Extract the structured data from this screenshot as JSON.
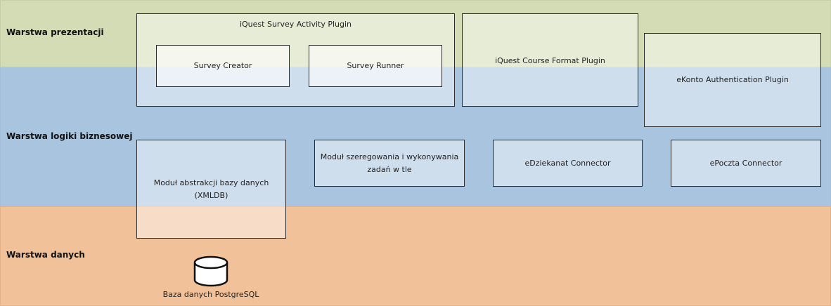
{
  "layers": {
    "presentation": "Warstwa prezentacji",
    "business": "Warstwa logiki biznesowej",
    "data": "Warstwa danych"
  },
  "components": {
    "survey_activity_plugin": "iQuest Survey Activity Plugin",
    "survey_creator": "Survey Creator",
    "survey_runner": "Survey Runner",
    "course_format_plugin": "iQuest Course Format Plugin",
    "ekonto_auth_plugin": "eKonto Authentication Plugin",
    "db_abstraction_module": "Moduł abstrakcji bazy danych (XMLDB)",
    "task_scheduler_module": "Moduł szeregowania i wykonywania zadań w tle",
    "edziekanat_connector": "eDziekanat Connector",
    "epoczta_connector": "ePoczta Connector",
    "postgres_db": "Baza danych PostgreSQL"
  },
  "icons": {
    "database": "database-cylinder-icon"
  },
  "colors": {
    "presentation_layer": "#d3dcb5",
    "business_layer": "#a8c4de",
    "data_layer": "#f1c19a",
    "box_border": "#2b2b2b"
  }
}
